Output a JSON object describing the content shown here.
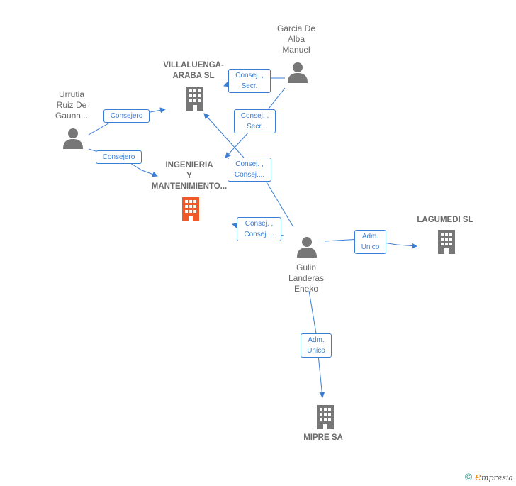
{
  "nodes": {
    "garcia": {
      "label": "Garcia De\nAlba\nManuel",
      "type": "person"
    },
    "urrutia": {
      "label": "Urrutia\nRuiz De\nGauna...",
      "type": "person"
    },
    "gulin": {
      "label": "Gulin\nLanderas\nEneko",
      "type": "person"
    },
    "villaluenga": {
      "label": "VILLALUENGA-\nARABA SL",
      "type": "company"
    },
    "ingenieria": {
      "label": "INGENIERIA\nY\nMANTENIMIENTO...",
      "type": "company",
      "highlight": true
    },
    "lagumedi": {
      "label": "LAGUMEDI SL",
      "type": "company"
    },
    "mipre": {
      "label": "MIPRE SA",
      "type": "company"
    }
  },
  "edges": [
    {
      "from": "garcia",
      "to": "villaluenga",
      "label": "Consej. ,\nSecr."
    },
    {
      "from": "garcia",
      "to": "ingenieria",
      "label": "Consej. ,\nSecr."
    },
    {
      "from": "urrutia",
      "to": "villaluenga",
      "label": "Consejero"
    },
    {
      "from": "urrutia",
      "to": "ingenieria",
      "label": "Consejero"
    },
    {
      "from": "gulin",
      "to": "villaluenga",
      "label": "Consej. ,\nConsej...."
    },
    {
      "from": "gulin",
      "to": "ingenieria",
      "label": "Consej. ,\nConsej...."
    },
    {
      "from": "gulin",
      "to": "lagumedi",
      "label": "Adm.\nUnico"
    },
    {
      "from": "gulin",
      "to": "mipre",
      "label": "Adm.\nUnico"
    }
  ],
  "colors": {
    "edge": "#3a7fd5",
    "icon_gray": "#777777",
    "icon_highlight": "#f05a2a",
    "text": "#666666"
  },
  "brand": {
    "copyright_symbol": "©",
    "initial": "e",
    "name": "mpresia"
  }
}
